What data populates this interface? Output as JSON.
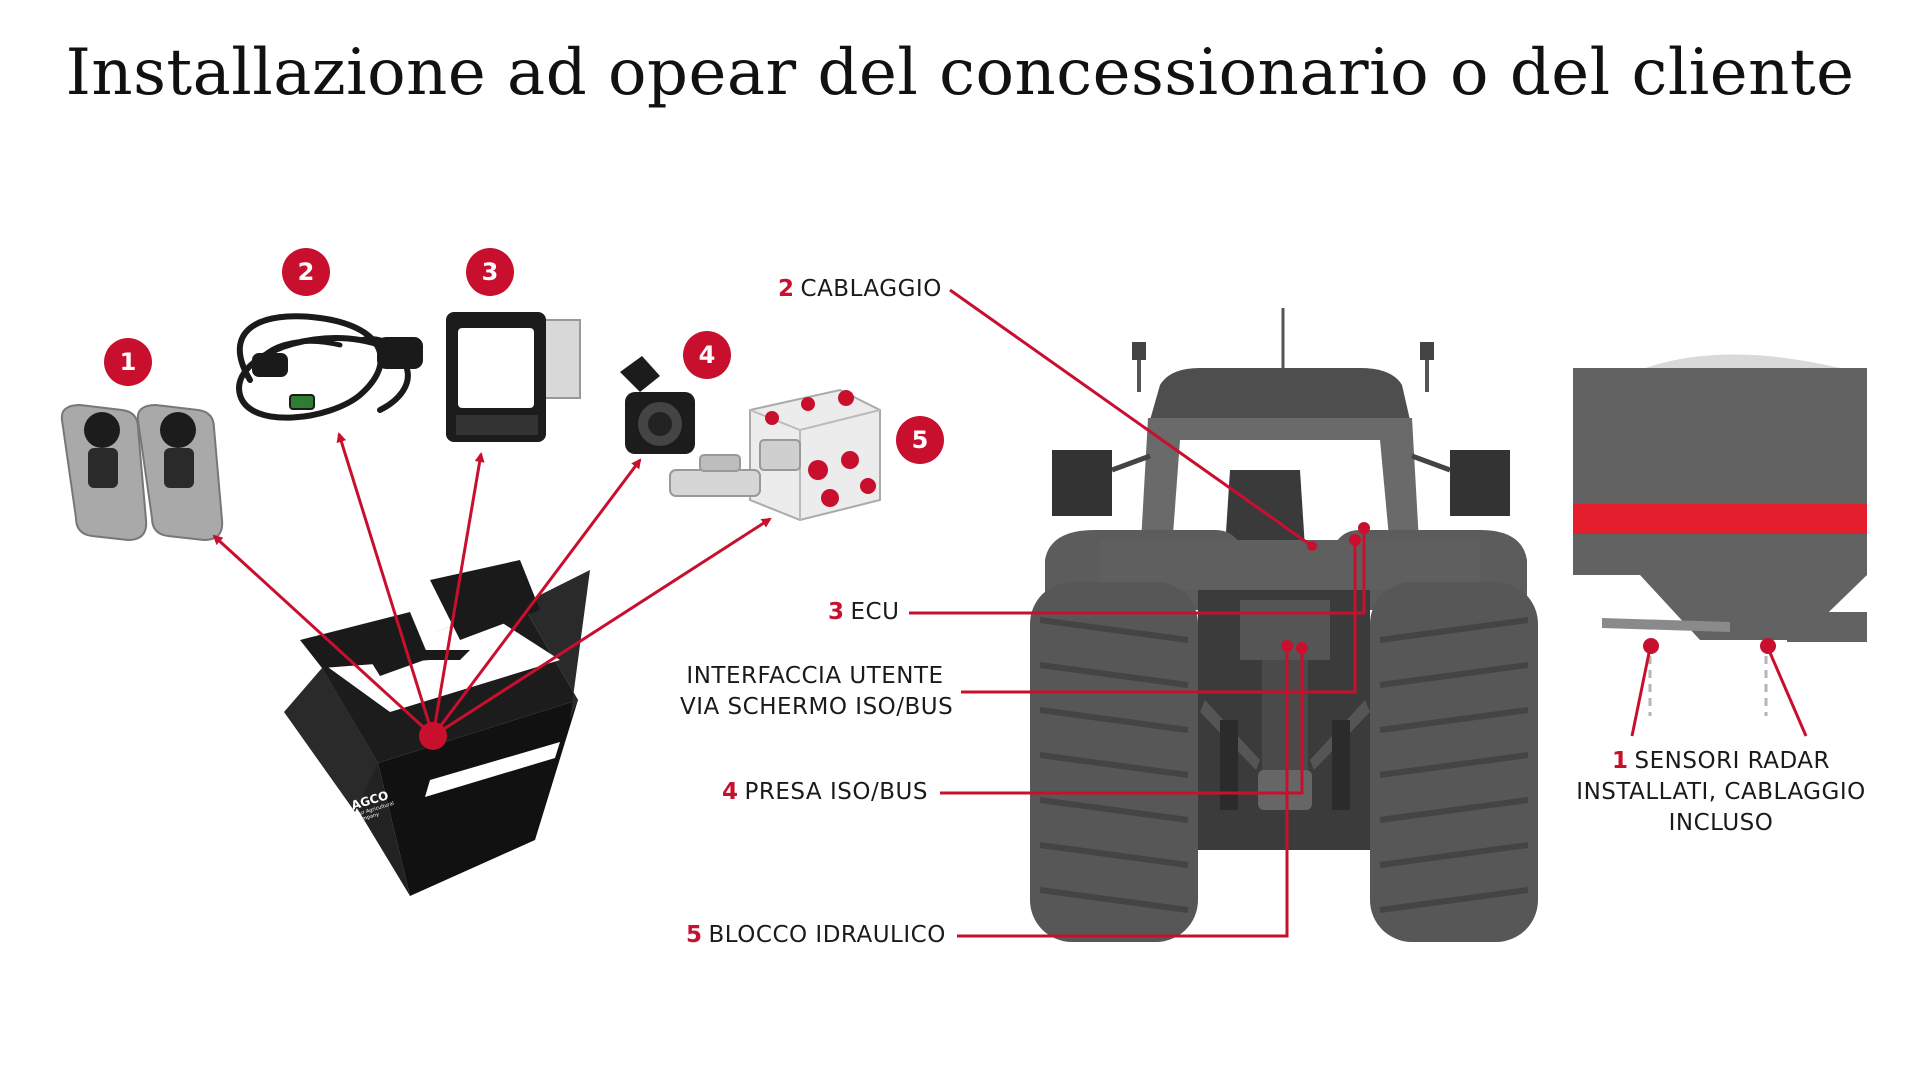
{
  "title": "Installazione ad opear del concessionario o del cliente",
  "badges": [
    "1",
    "2",
    "3",
    "4",
    "5"
  ],
  "box_logo": {
    "brand": "AGCO",
    "tagline": "Your Agricultural Company"
  },
  "callouts": {
    "cablaggio": {
      "num": "2",
      "text": "CABLAGGIO"
    },
    "ecu": {
      "num": "3",
      "text": "ECU"
    },
    "interfaccia": {
      "line1": "INTERFACCIA UTENTE",
      "line2": "VIA SCHERMO ISO/BUS"
    },
    "presa": {
      "num": "4",
      "text": "PRESA ISO/BUS"
    },
    "blocco": {
      "num": "5",
      "text": "BLOCCO IDRAULICO"
    },
    "sensori": {
      "num": "1",
      "line1": "SENSORI RADAR",
      "line2": "INSTALLATI, CABLAGGIO",
      "line3": "INCLUSO"
    }
  },
  "colors": {
    "accent": "#c8102e",
    "tractor": "#5f5f5f",
    "dark": "#222222"
  }
}
